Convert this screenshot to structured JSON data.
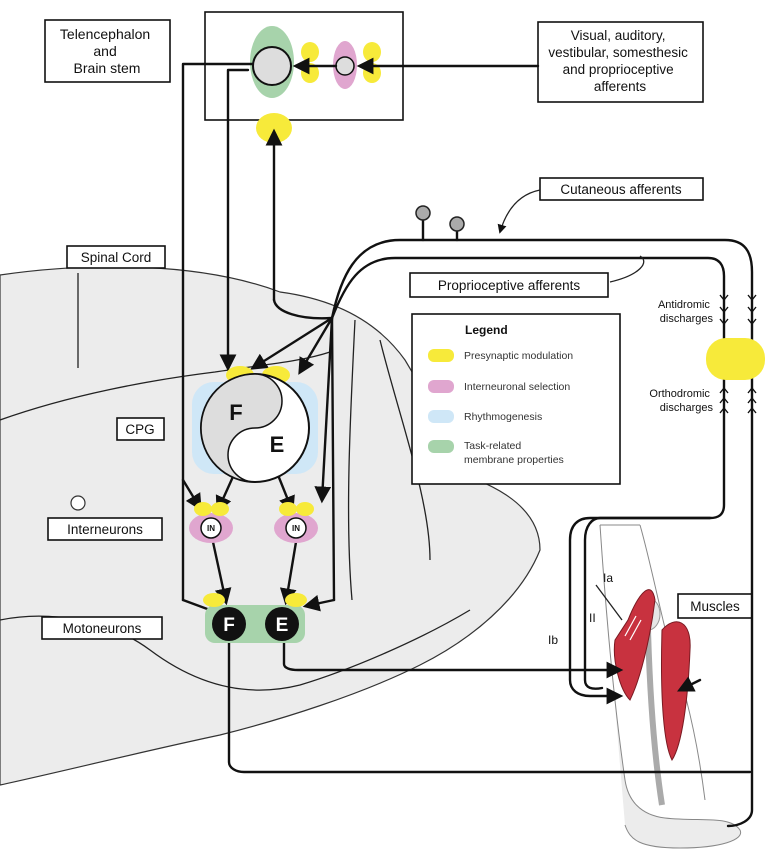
{
  "labels": {
    "telencephalon": [
      "Telencephalon",
      "and",
      "Brain stem"
    ],
    "afferents": [
      "Visual, auditory,",
      "vestibular, somesthesic",
      "and proprioceptive",
      "afferents"
    ],
    "cutaneous": "Cutaneous afferents",
    "spinal_cord": "Spinal Cord",
    "proprioceptive": "Proprioceptive afferents",
    "cpg": "CPG",
    "interneurons": "Interneurons",
    "motoneurons": "Motoneurons",
    "muscles": "Muscles",
    "antidromic": [
      "Antidromic",
      "discharges"
    ],
    "orthodromic": [
      "Orthodromic",
      "discharges"
    ],
    "ia": "Ia",
    "ii": "II",
    "ib": "Ib"
  },
  "cpg": {
    "flexor": "F",
    "extensor": "E"
  },
  "interneuron_label": "IN",
  "motoneurons": {
    "flexor": "F",
    "extensor": "E"
  },
  "legend": {
    "title": "Legend",
    "items": [
      {
        "label": [
          "Presynaptic modulation"
        ],
        "color": "#f7ea3a"
      },
      {
        "label": [
          "Interneuronal selection"
        ],
        "color": "#e0a6cf"
      },
      {
        "label": [
          "Rhythmogenesis"
        ],
        "color": "#cfe7f7"
      },
      {
        "label": [
          "Task-related",
          "membrane properties"
        ],
        "color": "#a7d3ab"
      }
    ]
  },
  "colors": {
    "presynaptic": "#f7ea3a",
    "interneuronal": "#e0a6cf",
    "rhythmogenesis": "#cfe7f7",
    "membrane": "#a7d3ab",
    "muscle": "#c8323f",
    "cord": "#ececec"
  }
}
